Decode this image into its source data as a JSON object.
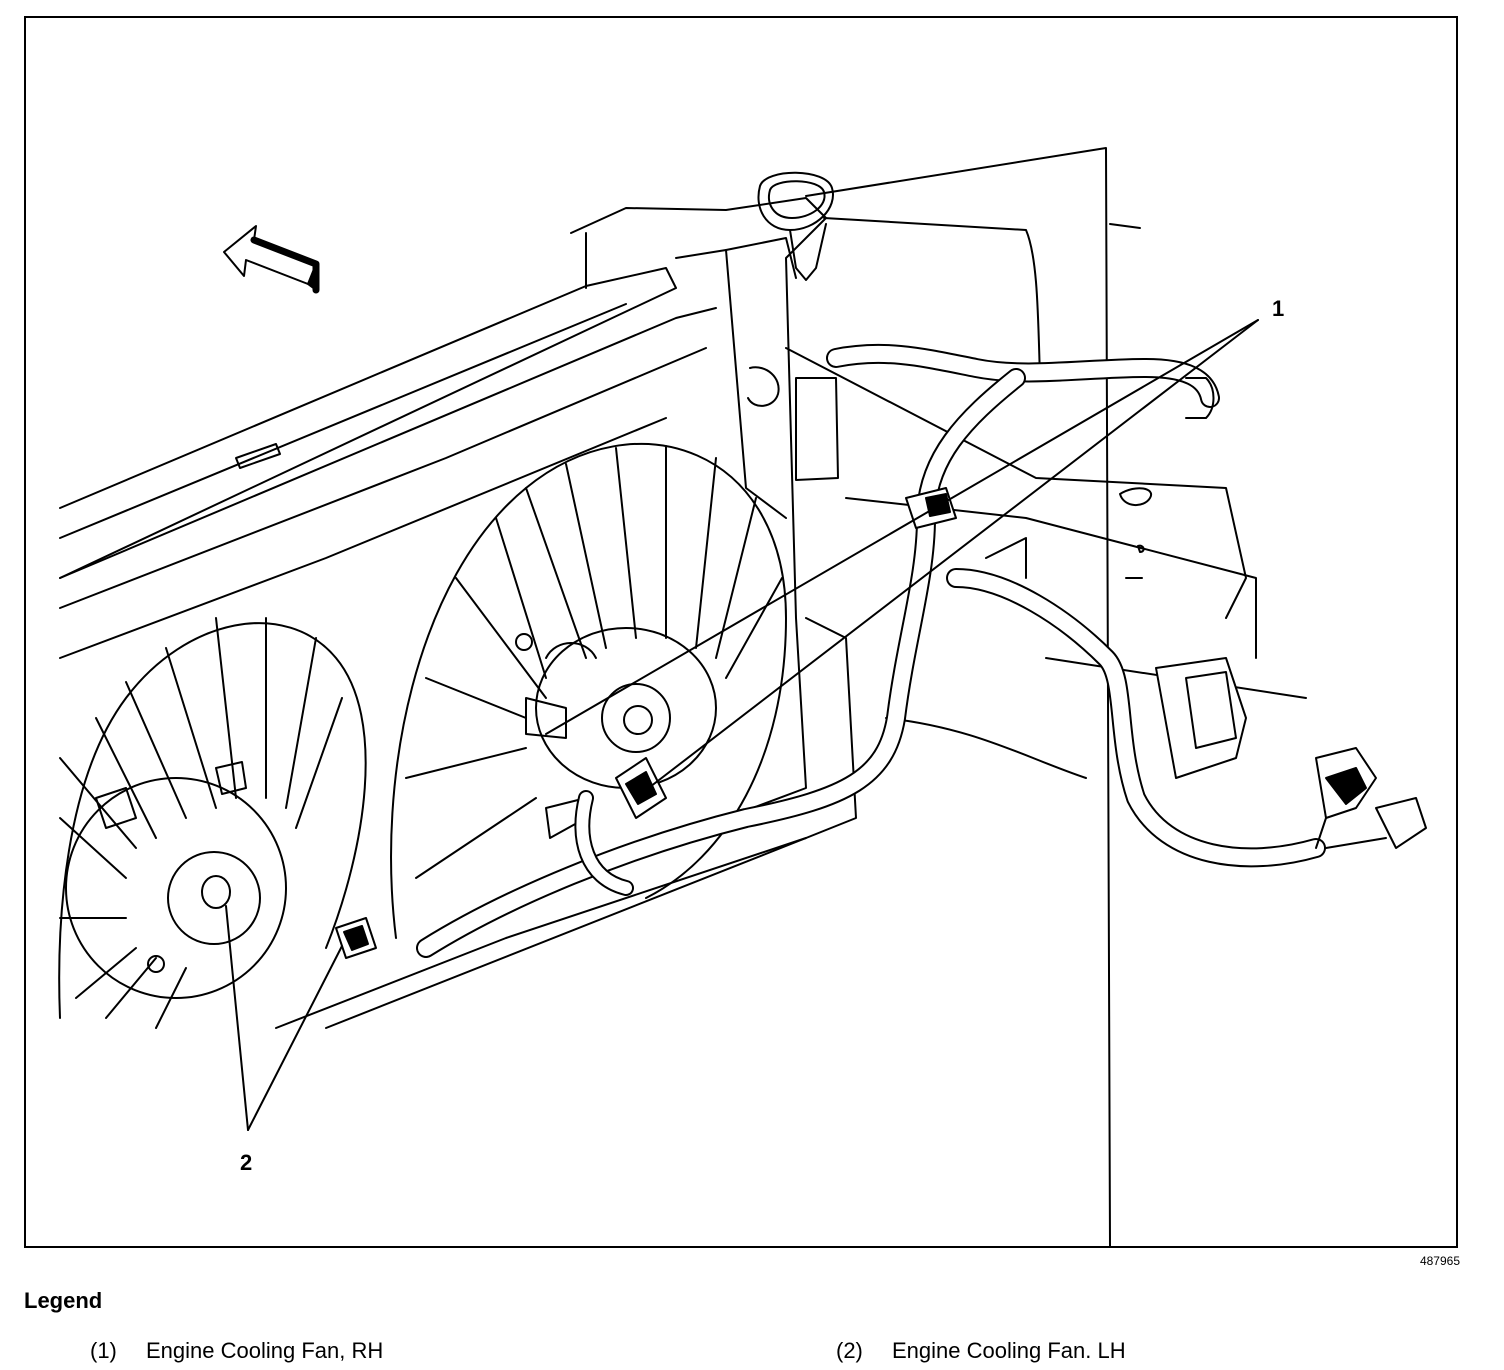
{
  "figure": {
    "id": "487965",
    "callouts": [
      {
        "label": "1"
      },
      {
        "label": "2"
      }
    ],
    "icons": [
      "direction-arrow-icon"
    ]
  },
  "legend": {
    "title": "Legend",
    "items": [
      {
        "number": "(1)",
        "text": "Engine Cooling Fan, RH"
      },
      {
        "number": "(2)",
        "text": "Engine Cooling Fan. LH"
      }
    ]
  }
}
